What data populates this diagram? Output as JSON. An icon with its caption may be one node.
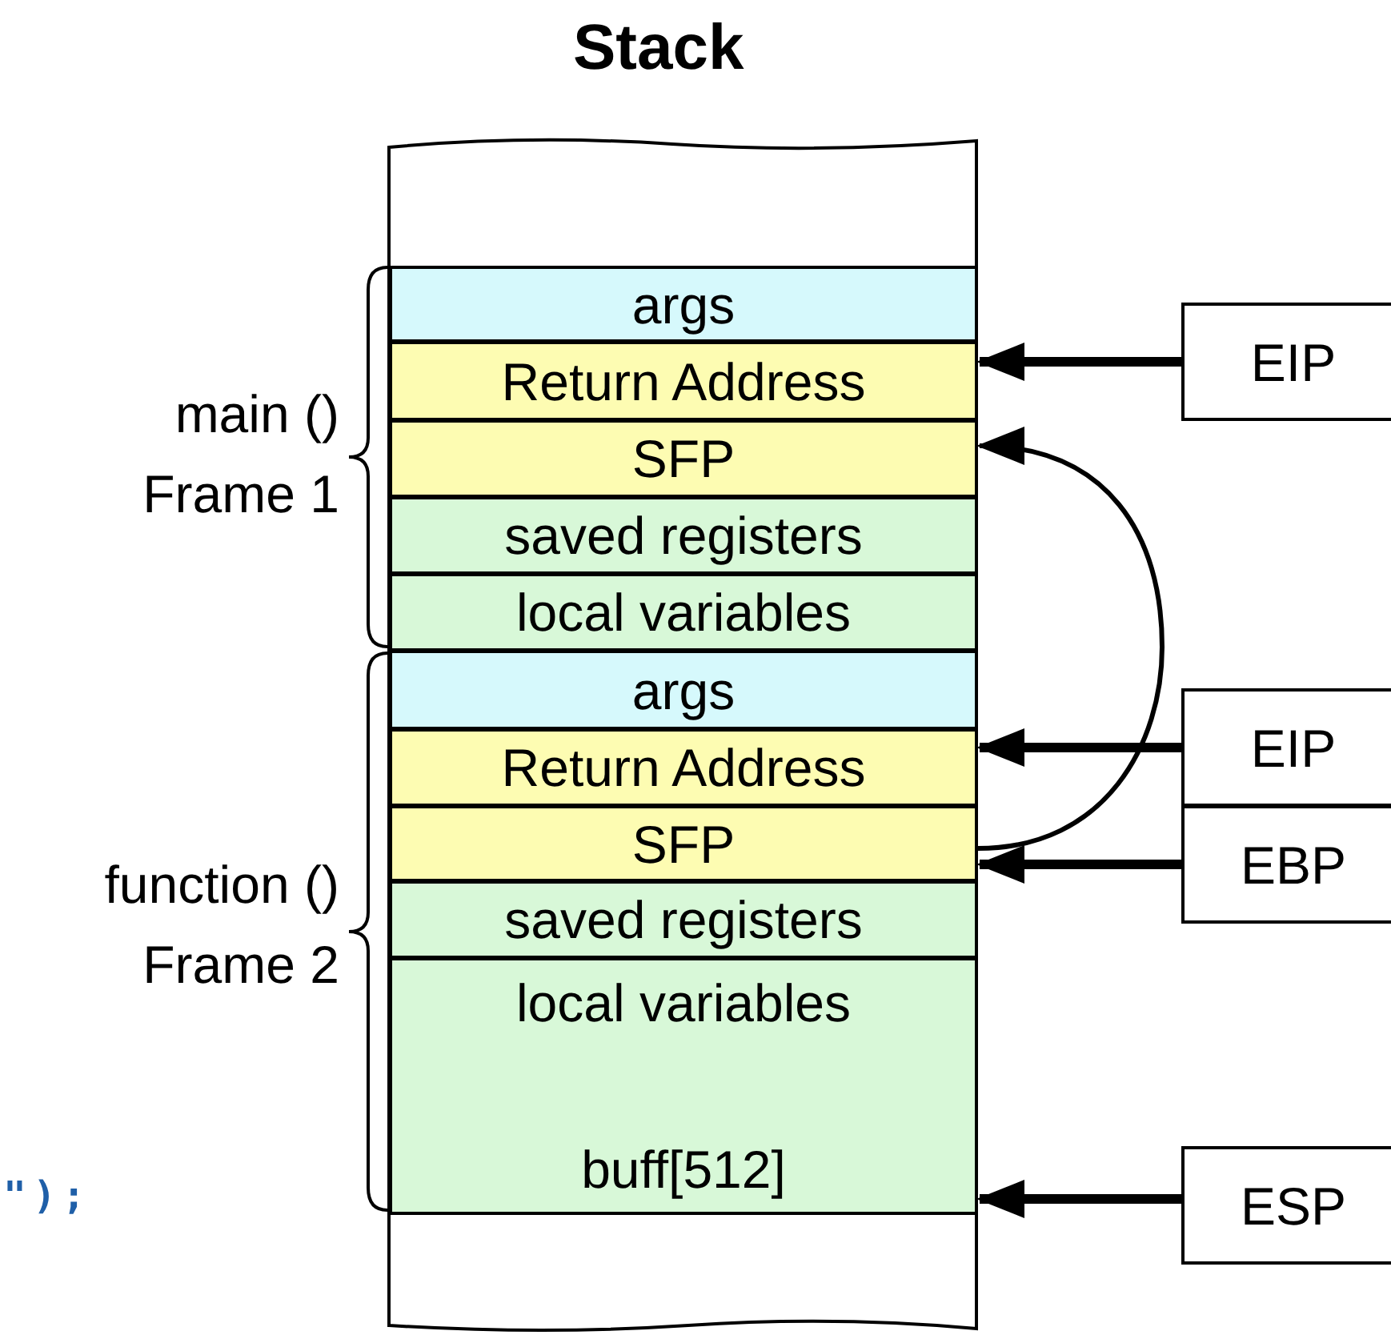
{
  "diagram": {
    "title": "Stack",
    "nodes": [
      {
        "text": [
          "args"
        ]
      },
      {
        "text": [
          "Return Address"
        ]
      },
      {
        "text": [
          "SFP"
        ]
      },
      {
        "text": [
          "saved registers"
        ]
      },
      {
        "text": [
          "local variables"
        ]
      },
      {
        "text": [
          "args"
        ]
      },
      {
        "text": [
          "Return Address"
        ]
      },
      {
        "text": [
          "SFP"
        ]
      },
      {
        "text": [
          "saved registers"
        ]
      },
      {
        "text": [
          "local variables",
          "buff[512]"
        ]
      },
      {
        "text": [
          "EIP"
        ]
      },
      {
        "text": [
          "EIP"
        ]
      },
      {
        "text": [
          "EBP"
        ]
      },
      {
        "text": [
          "ESP"
        ]
      }
    ],
    "edges": [
      {
        "from": 10,
        "to": 1,
        "arrow": "to"
      },
      {
        "from": 7,
        "to": 2,
        "arrow": "to"
      },
      {
        "from": 11,
        "to": 6,
        "arrow": "to"
      },
      {
        "from": 12,
        "to": 7,
        "arrow": "to"
      },
      {
        "from": 13,
        "to": 9,
        "arrow": "to"
      }
    ],
    "labels": [
      "main () Frame 1",
      "function () Frame 2",
      "\");"
    ]
  }
}
